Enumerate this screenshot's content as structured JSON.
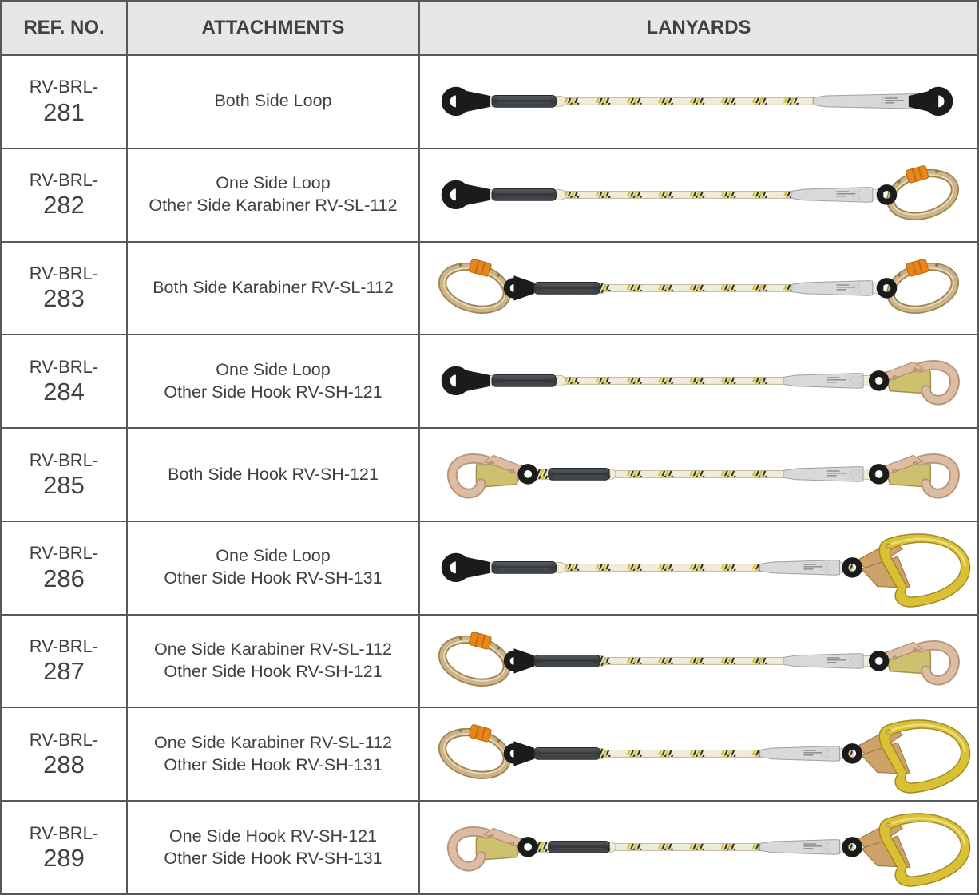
{
  "table": {
    "headers": [
      {
        "id": "ref",
        "label": "REF. NO."
      },
      {
        "id": "attachments",
        "label": "ATTACHMENTS"
      },
      {
        "id": "lanyards",
        "label": "LANYARDS"
      }
    ],
    "rows": [
      {
        "ref_prefix": "RV-BRL-",
        "ref_number": "281",
        "attachment_lines": [
          "Both Side Loop"
        ],
        "left_end": "loop",
        "right_end": "loop"
      },
      {
        "ref_prefix": "RV-BRL-",
        "ref_number": "282",
        "attachment_lines": [
          "One Side Loop",
          "Other Side Karabiner RV-SL-112"
        ],
        "left_end": "loop",
        "right_end": "karabiner"
      },
      {
        "ref_prefix": "RV-BRL-",
        "ref_number": "283",
        "attachment_lines": [
          "Both Side Karabiner RV-SL-112"
        ],
        "left_end": "karabiner",
        "right_end": "karabiner"
      },
      {
        "ref_prefix": "RV-BRL-",
        "ref_number": "284",
        "attachment_lines": [
          "One Side Loop",
          "Other Side Hook RV-SH-121"
        ],
        "left_end": "loop",
        "right_end": "hook121"
      },
      {
        "ref_prefix": "RV-BRL-",
        "ref_number": "285",
        "attachment_lines": [
          "Both Side Hook RV-SH-121"
        ],
        "left_end": "hook121",
        "right_end": "hook121"
      },
      {
        "ref_prefix": "RV-BRL-",
        "ref_number": "286",
        "attachment_lines": [
          "One Side Loop",
          "Other Side Hook RV-SH-131"
        ],
        "left_end": "loop",
        "right_end": "hook131"
      },
      {
        "ref_prefix": "RV-BRL-",
        "ref_number": "287",
        "attachment_lines": [
          "One Side Karabiner RV-SL-112",
          "Other Side Hook RV-SH-121"
        ],
        "left_end": "karabiner",
        "right_end": "hook121"
      },
      {
        "ref_prefix": "RV-BRL-",
        "ref_number": "288",
        "attachment_lines": [
          "One Side Karabiner RV-SL-112",
          "Other Side Hook RV-SH-131"
        ],
        "left_end": "karabiner",
        "right_end": "hook131"
      },
      {
        "ref_prefix": "RV-BRL-",
        "ref_number": "289",
        "attachment_lines": [
          "One Side Hook RV-SH-121",
          "Other Side Hook RV-SH-131"
        ],
        "left_end": "hook121",
        "right_end": "hook131"
      }
    ]
  },
  "colors": {
    "header_bg": "#e6e7e8",
    "border": "#58595b",
    "text": "#414042",
    "rope_base": "#f1ecda",
    "rope_yellow": "#d2c233",
    "rope_black": "#2d2c22",
    "wrap_dark_top": "#5a5d60",
    "wrap_dark_mid": "#33363a",
    "wrap_dark_bot": "#4a4d50",
    "sleeve_silver": "#d6d7d8",
    "eye_black": "#1b1b1b",
    "karabiner_gold": "#cdb387",
    "karabiner_dark": "#9a8452",
    "karabiner_orange": "#e8861c",
    "hook_small_tan": "#dcbda4",
    "hook_small_green": "#cdc06e",
    "hook_big_gold": "#d9c035",
    "hook_big_body": "#cfa26a"
  }
}
